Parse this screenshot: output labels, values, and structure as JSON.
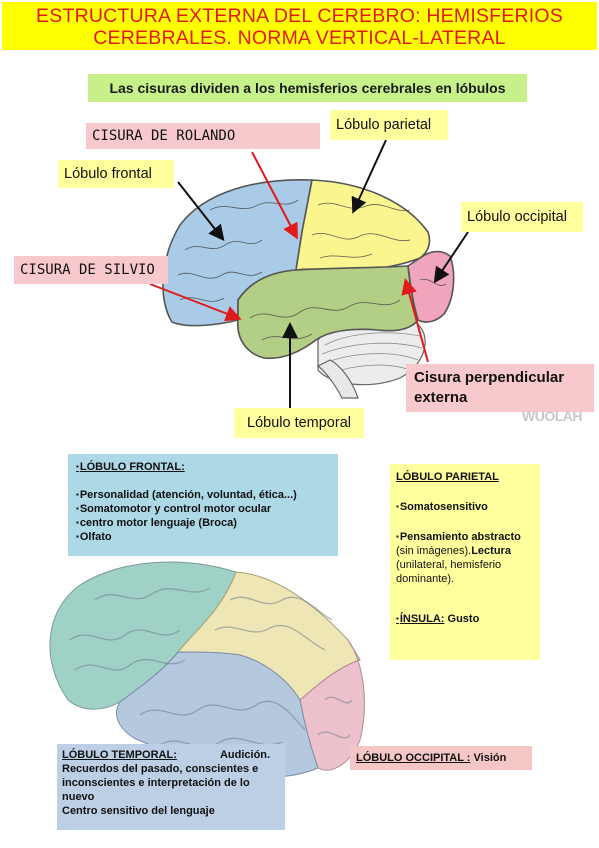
{
  "title": {
    "line1": "ESTRUCTURA EXTERNA DEL CEREBRO: HEMISFERIOS",
    "line2": "CEREBRALES. NORMA VERTICAL-LATERAL"
  },
  "subtitle": "Las cisuras dividen a los hemisferios cerebrales en lóbulos",
  "labels": {
    "rolando": "CISURA DE ROLANDO",
    "parietal": "Lóbulo parietal",
    "frontal": "Lóbulo frontal",
    "occipital": "Lóbulo occipital",
    "silvio": "CISURA DE SILVIO",
    "perpendicular_1": "Cisura perpendicular",
    "perpendicular_2": "externa",
    "temporal": "Lóbulo temporal",
    "watermark": "WUOLAH"
  },
  "frontal_box": {
    "heading": "LÓBULO FRONTAL:",
    "items": [
      "Personalidad (atención, voluntad, ética...)",
      "Somatomotor y control motor ocular",
      "centro motor lenguaje (Broca)",
      "Olfato"
    ]
  },
  "parietal_box": {
    "heading": "LÓBULO PARIETAL",
    "item1": "Somatosensitivo",
    "item2_bold": "Pensamiento abstracto",
    "item2_rest_a": "(sin imágenes).",
    "item2_bold_b": "Lectura",
    "item2_rest_b": "(unilateral, hemisferio dominante).",
    "insula_label": "ÍNSULA:",
    "insula_value": "Gusto"
  },
  "temporal_box": {
    "heading": "LÓBULO TEMPORAL:",
    "heading_value": "Audición.",
    "lines": [
      "Recuerdos del pasado, conscientes e inconscientes e interpretación de lo nuevo",
      "Centro sensitivo del lenguaje"
    ]
  },
  "occipital_box": {
    "heading": "LÓBULO OCCIPITAL :",
    "value": "Visión"
  },
  "colors": {
    "title_bg": "#ffff00",
    "title_text": "#e01b1b",
    "subtitle_bg": "#c6f08a",
    "frontal": "#a9cbe8",
    "parietal": "#fbf58f",
    "temporal": "#b2cf85",
    "occipital": "#f1a5bd",
    "arrow_red": "#e01b1b"
  }
}
